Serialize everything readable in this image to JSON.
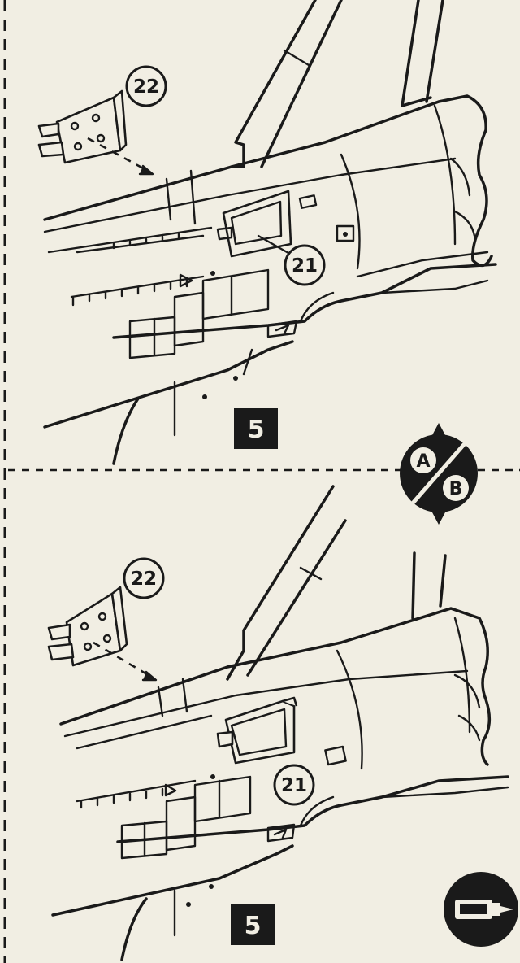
{
  "top_panel": {
    "callouts": [
      {
        "label": "22"
      },
      {
        "label": "21"
      }
    ],
    "step_number": "5"
  },
  "bottom_panel": {
    "callouts": [
      {
        "label": "22"
      },
      {
        "label": "21"
      }
    ],
    "step_number": "5"
  },
  "option_badge": {
    "a_label": "A",
    "b_label": "B"
  },
  "icons": [
    "option-a-b-icon",
    "cement-tube-icon"
  ],
  "colors": {
    "ink": "#1a1a1a",
    "paper": "#f1eee3"
  }
}
